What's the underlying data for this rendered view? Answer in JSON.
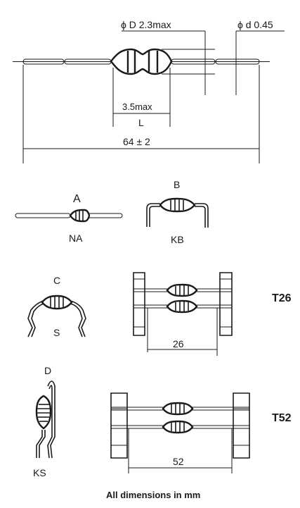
{
  "diagram": {
    "top": {
      "diameter_body_label": "ϕ D 2.3max",
      "diameter_lead_label": "ϕ d 0.45",
      "body_length_label": "3.5max",
      "body_length_symbol": "L",
      "overall_length_label": "64 ± 2"
    },
    "forms": [
      {
        "letter": "A",
        "code": "NA"
      },
      {
        "letter": "B",
        "code": "KB"
      },
      {
        "letter": "C",
        "code": "S"
      },
      {
        "letter": "D",
        "code": "KS"
      }
    ],
    "tapes": [
      {
        "code": "T26",
        "pitch_label": "26"
      },
      {
        "code": "T52",
        "pitch_label": "52"
      }
    ],
    "footer": "All dimensions in mm"
  }
}
